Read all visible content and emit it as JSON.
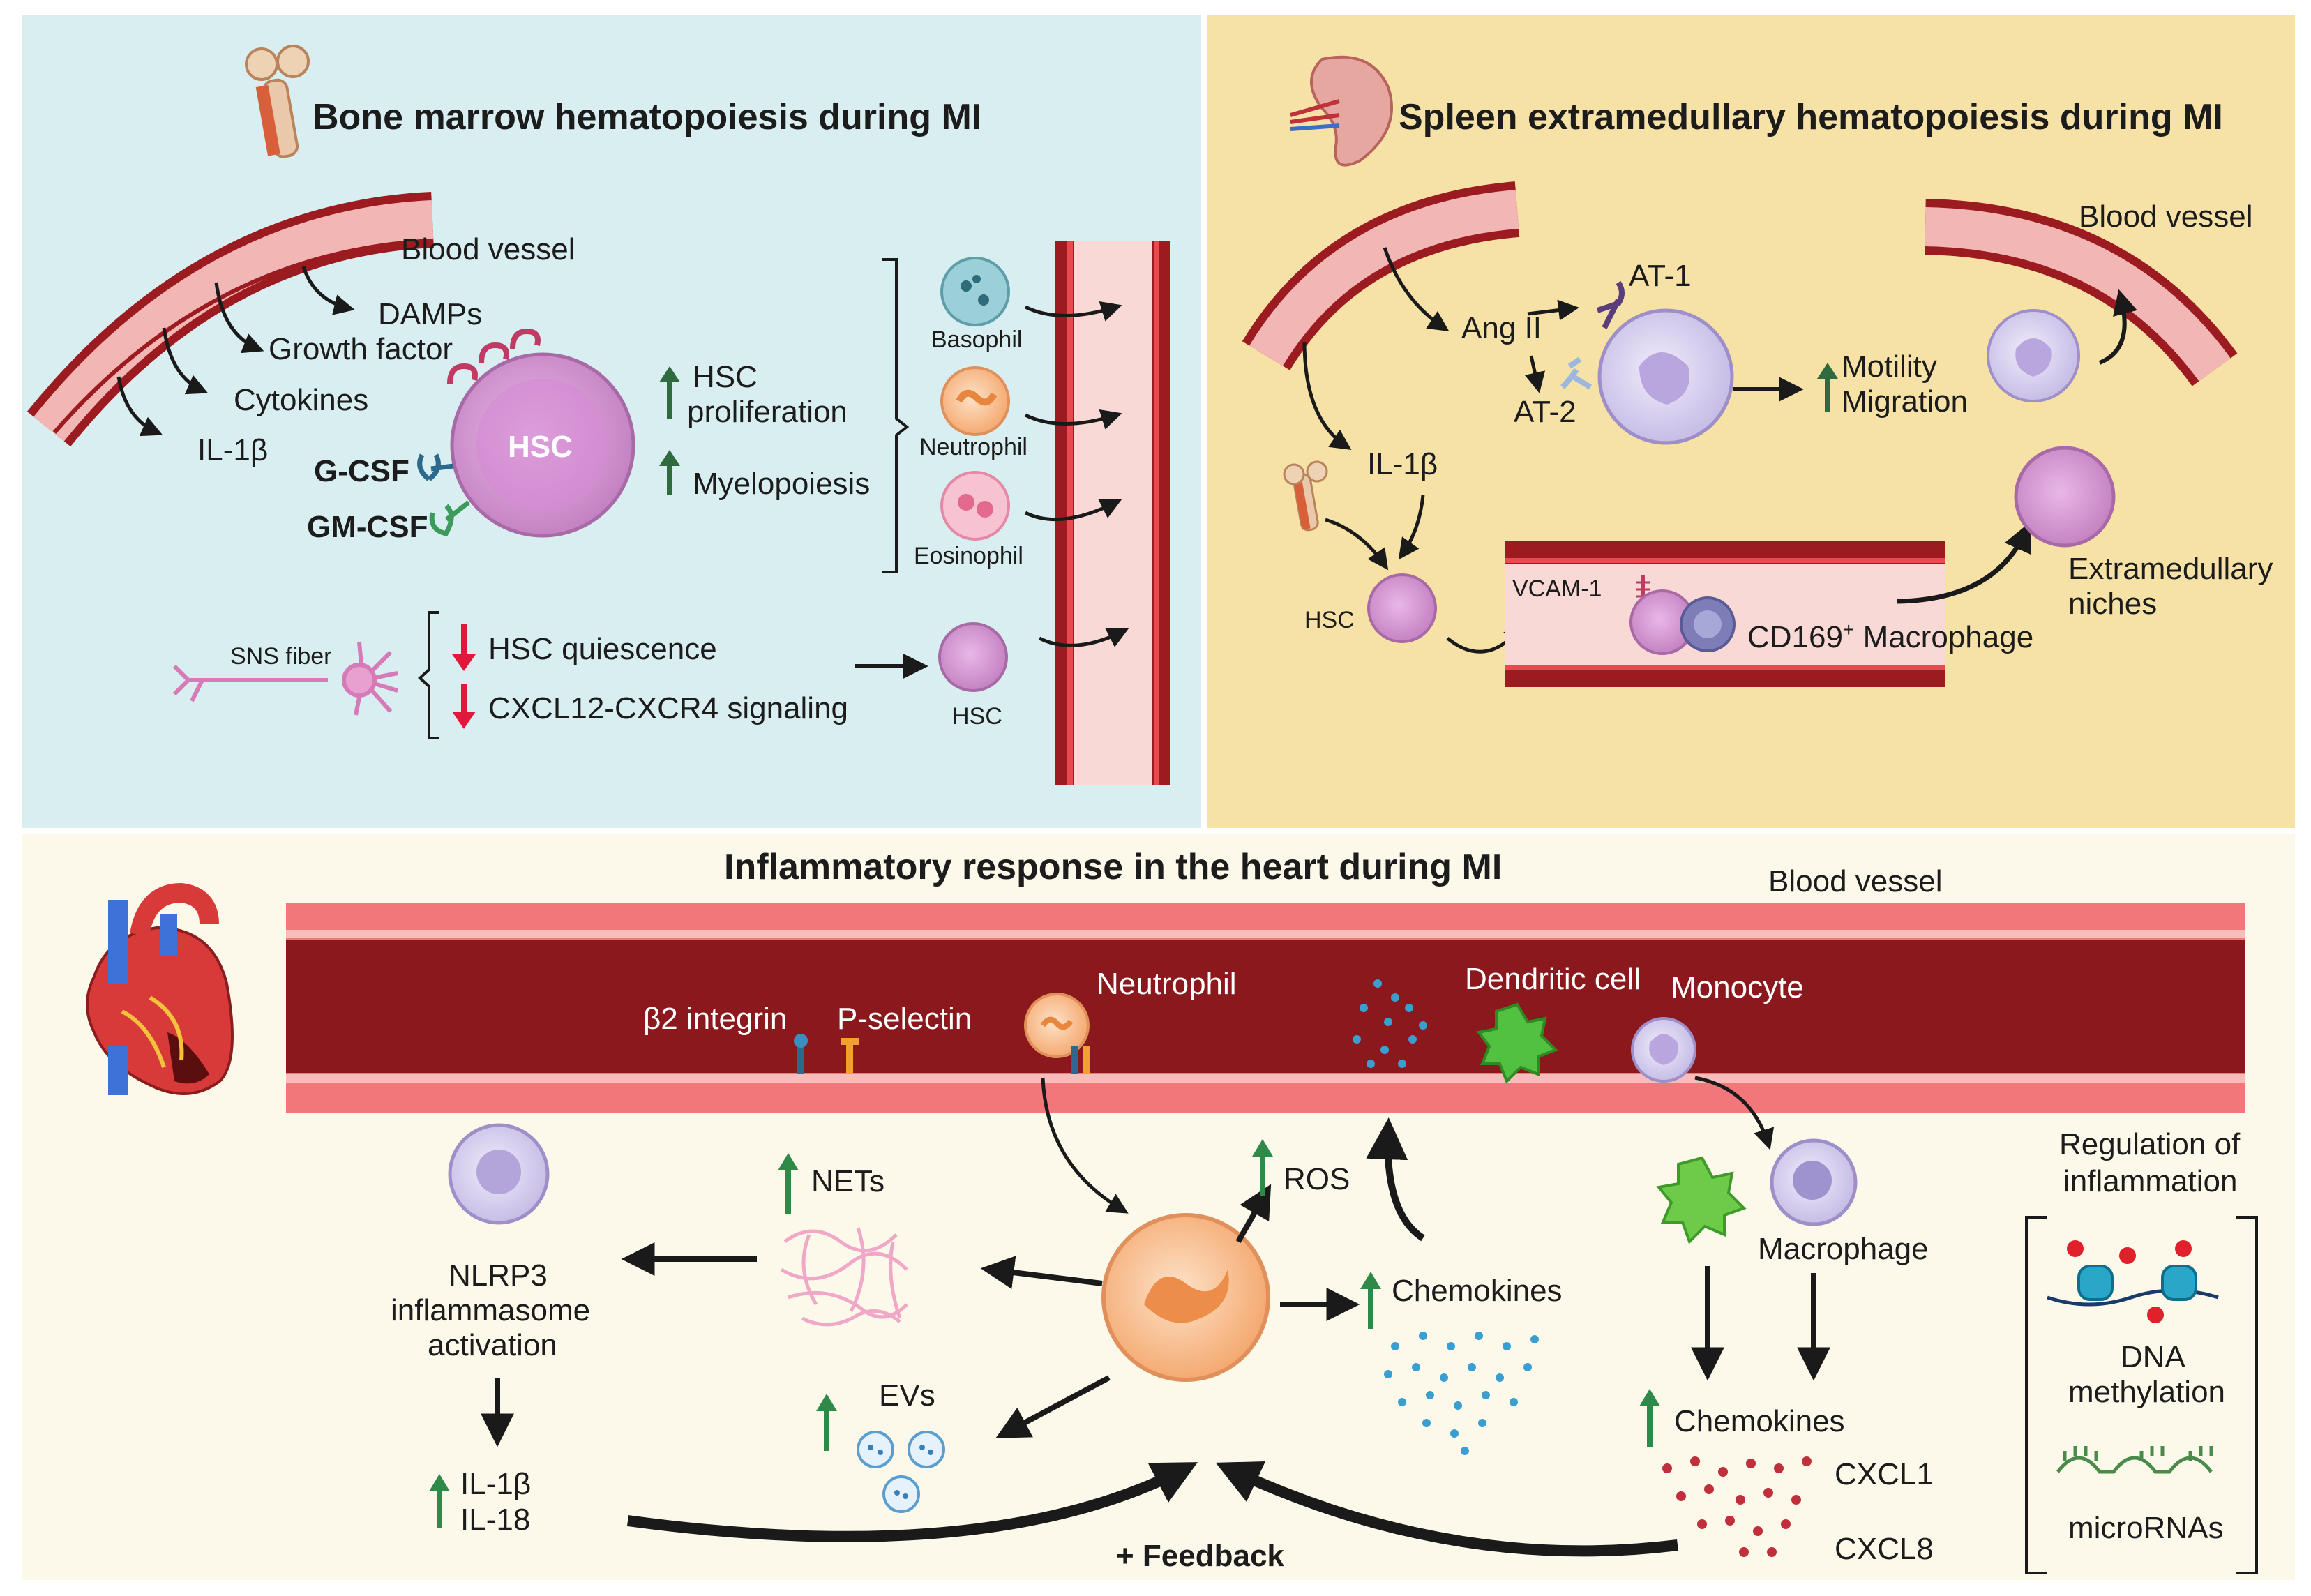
{
  "colors": {
    "panel_bone": "#d8eef0",
    "panel_spleen": "#f6e2a6",
    "panel_heart": "#fcf8ea",
    "vessel_dark": "#9c1b20",
    "vessel_light": "#f2b7b4",
    "arrow": "#1a1a1a",
    "up_arrow": "#2f8a4a",
    "down_arrow": "#e0193a",
    "hsc": "#d79ad6"
  },
  "bone": {
    "title": "Bone marrow hematopoiesis during MI",
    "blood_vessel": "Blood vessel",
    "damps": "DAMPs",
    "growth_factor": "Growth factor",
    "cytokines": "Cytokines",
    "il1b": "IL-1β",
    "gcsf": "G-CSF",
    "gmcsf": "GM-CSF",
    "hsc": "HSC",
    "hsc_prolif_1": "HSC",
    "hsc_prolif_2": "proliferation",
    "myelopoiesis": "Myelopoiesis",
    "basophil": "Basophil",
    "neutrophil": "Neutrophil",
    "eosinophil": "Eosinophil",
    "sns_fiber": "SNS fiber",
    "hsc_quiescence": "HSC quiescence",
    "cxcl12": "CXCL12-CXCR4 signaling",
    "hsc_small": "HSC"
  },
  "spleen": {
    "title": "Spleen extramedullary hematopoiesis during MI",
    "blood_vessel": "Blood vessel",
    "ang2": "Ang II",
    "at1": "AT-1",
    "at2": "AT-2",
    "motility": "Motility",
    "migration": "Migration",
    "il1b": "IL-1β",
    "hsc": "HSC",
    "vcam": "VCAM-1",
    "cd169": "CD169",
    "cd169_sup": "+",
    "macrophage": "Macrophage",
    "niches_1": "Extramedullary",
    "niches_2": "niches"
  },
  "heart": {
    "title": "Inflammatory response in the heart during MI",
    "blood_vessel": "Blood vessel",
    "b2": "β2 integrin",
    "psel": "P-selectin",
    "neutrophil": "Neutrophil",
    "dendritic": "Dendritic cell",
    "monocyte": "Monocyte",
    "nets": "NETs",
    "ros": "ROS",
    "nlrp3_1": "NLRP3",
    "nlrp3_2": "inflammasome",
    "nlrp3_3": "activation",
    "chemokines": "Chemokines",
    "evs": "EVs",
    "il1b": "IL-1β",
    "il18": "IL-18",
    "feedback": "+ Feedback",
    "macrophage": "Macrophage",
    "chemokines2": "Chemokines",
    "cxcl1": "CXCL1",
    "cxcl8": "CXCL8",
    "regulation_1": "Regulation of",
    "regulation_2": "inflammation",
    "dna_1": "DNA",
    "dna_2": "methylation",
    "micrornas": "microRNAs"
  }
}
